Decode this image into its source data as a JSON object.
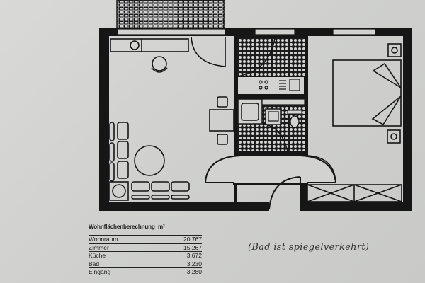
{
  "floor_plan": {
    "rooms": [
      "Wohnraum",
      "Zimmer",
      "Küche",
      "Bad",
      "Eingang"
    ],
    "colors": {
      "paper": "#d2d3d1",
      "ink": "#161616"
    }
  },
  "area_table": {
    "title": "Wohnflächenberechnung",
    "unit": "m²",
    "rows": [
      {
        "label": "Wohnraum",
        "value": "20,767"
      },
      {
        "label": "Zimmer",
        "value": "15,267"
      },
      {
        "label": "Küche",
        "value": "3,672"
      },
      {
        "label": "Bad",
        "value": "3,230"
      },
      {
        "label": "Eingang",
        "value": "3,280"
      }
    ]
  },
  "handwritten_note": "(Bad ist spiegelverkehrt)"
}
